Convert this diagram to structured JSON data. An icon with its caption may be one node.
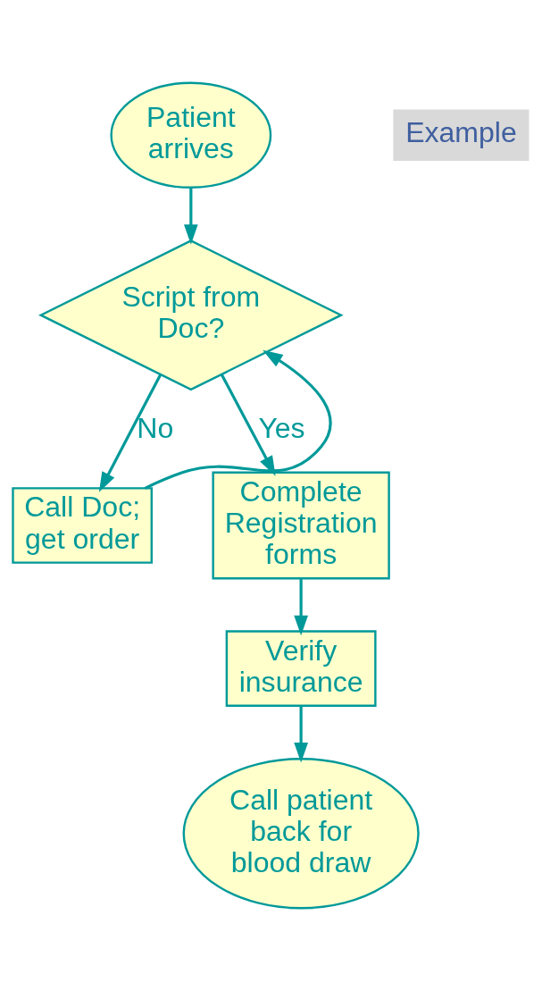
{
  "diagram": {
    "nodes": [
      {
        "text": [
          "Patient arrives"
        ]
      },
      {
        "text": [
          "Script from Doc?"
        ]
      },
      {
        "text": [
          "Call Doc; get order"
        ]
      },
      {
        "text": [
          "Complete Registration forms"
        ]
      },
      {
        "text": [
          "Verify insurance"
        ]
      },
      {
        "text": [
          "Call patient back for blood draw"
        ]
      }
    ],
    "edges": [
      {
        "from": 0,
        "to": 1,
        "arrow": "to"
      },
      {
        "from": 1,
        "to": 2,
        "arrow": "to",
        "label": "No"
      },
      {
        "from": 2,
        "to": 1,
        "arrow": "to"
      },
      {
        "from": 1,
        "to": 3,
        "arrow": "to",
        "label": "Yes"
      },
      {
        "from": 3,
        "to": 4,
        "arrow": "to"
      },
      {
        "from": 4,
        "to": 5,
        "arrow": "to"
      }
    ],
    "labels": [
      "Example"
    ]
  }
}
